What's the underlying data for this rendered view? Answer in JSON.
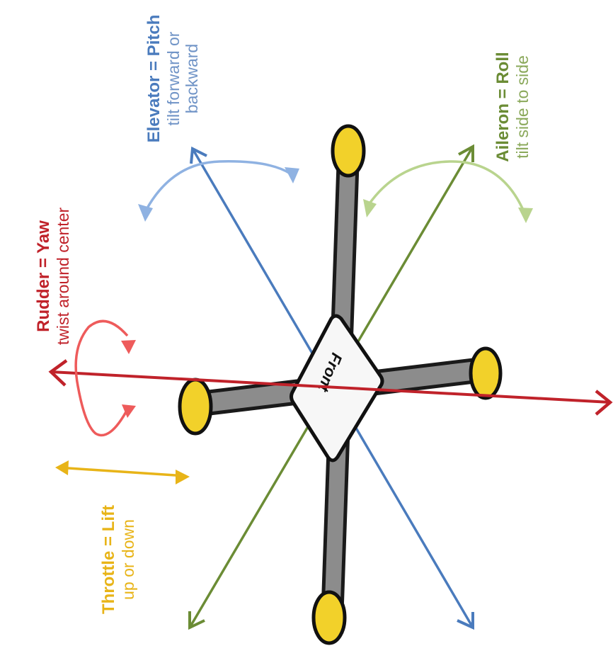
{
  "colors": {
    "rudder": "#c0222a",
    "rudder_light": "#ee5b5b",
    "elevator": "#4a7bbd",
    "elevator_light": "#8fb2e2",
    "aileron": "#6b8c35",
    "aileron_light": "#b9d48e",
    "throttle": "#e8b418",
    "arm": "#8c8c8c",
    "motor": "#f2d12a"
  },
  "body_label": "Front",
  "labels": {
    "rudder": {
      "title": "Rudder = Yaw",
      "sub": [
        "twist around center"
      ]
    },
    "elevator": {
      "title": "Elevator = Pitch",
      "sub": [
        "tilt forward or",
        "backward"
      ]
    },
    "aileron": {
      "title": "Aileron = Roll",
      "sub": [
        "tilt side to side"
      ]
    },
    "throttle": {
      "title": "Throttle = Lift",
      "sub": [
        "up or down"
      ]
    }
  }
}
